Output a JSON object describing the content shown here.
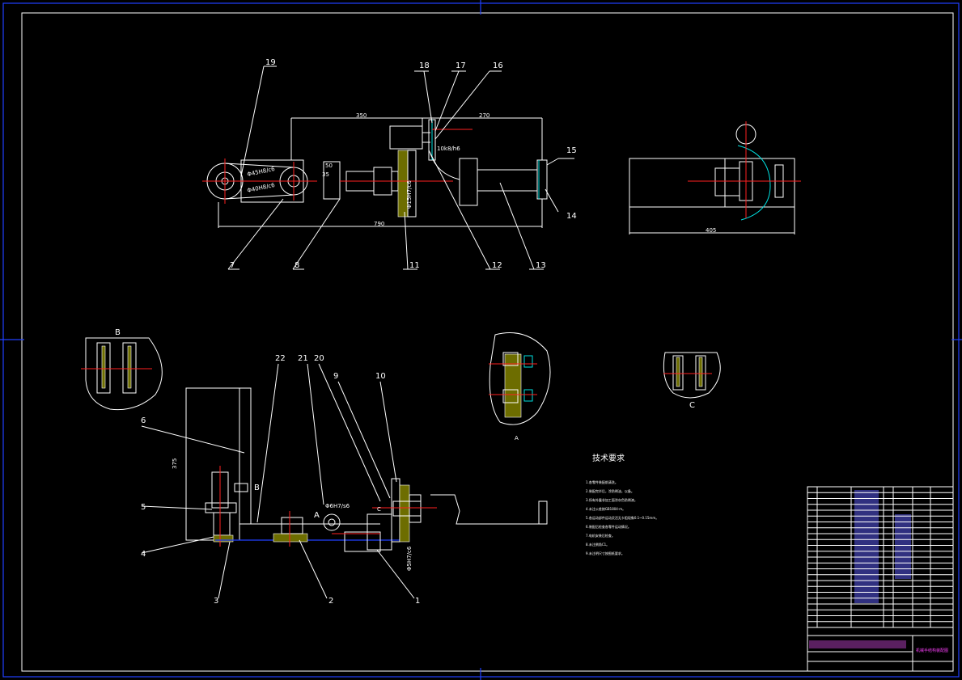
{
  "labels": {
    "l1": "1",
    "l2": "2",
    "l3": "3",
    "l4": "4",
    "l5": "5",
    "l6": "6",
    "l7": "7",
    "l8": "8",
    "l9": "9",
    "l10": "10",
    "l11": "11",
    "l12": "12",
    "l13": "13",
    "l14": "14",
    "l15": "15",
    "l16": "16",
    "l17": "17",
    "l18": "18",
    "l19": "19",
    "l20": "20",
    "l21": "21",
    "l22": "22"
  },
  "dims": {
    "d350": "350",
    "d270": "270",
    "d790": "790",
    "d405": "405",
    "d375": "375",
    "fit_phi45": "Φ45H8/c6",
    "fit_phi40": "Φ40H8/c6",
    "fit_10k": "10k8/h6",
    "fit_phi15": "Φ15H7/c6",
    "fit_phi6": "Φ6H7/s6",
    "fit_phi5": "Φ5H7/c6",
    "d50": "50",
    "d35": "35"
  },
  "views": {
    "B": "B",
    "C": "C",
    "A": "A",
    "Bmark": "B",
    "Cmark": "C",
    "sectionA": "A"
  },
  "notes": {
    "title": "技术要求",
    "items": [
      "1.各零件装配前清洗。",
      "2.装配完毕后，涂防锈油，以备。",
      "3.所有外露非加工面涂灰色防锈漆。",
      "4.未注公差按GB1804-m。",
      "5.各运动部件运动灵活无卡阻现象0.1~0.15mm。",
      "6.装配后检查各零件运动情况。",
      "7.电机安装后检查。",
      "8.未注倒角C1。",
      "9.未注明尺寸按图纸要求。"
    ]
  },
  "title_block": {
    "name": "机械手结构装配图"
  },
  "colors": {
    "bg": "#000000",
    "line": "#ffffff",
    "center": "#ff2020",
    "border": "#2040ff",
    "accent": "#00e0e0",
    "hatch": "#6d6d00",
    "title": "#ff40ff"
  }
}
